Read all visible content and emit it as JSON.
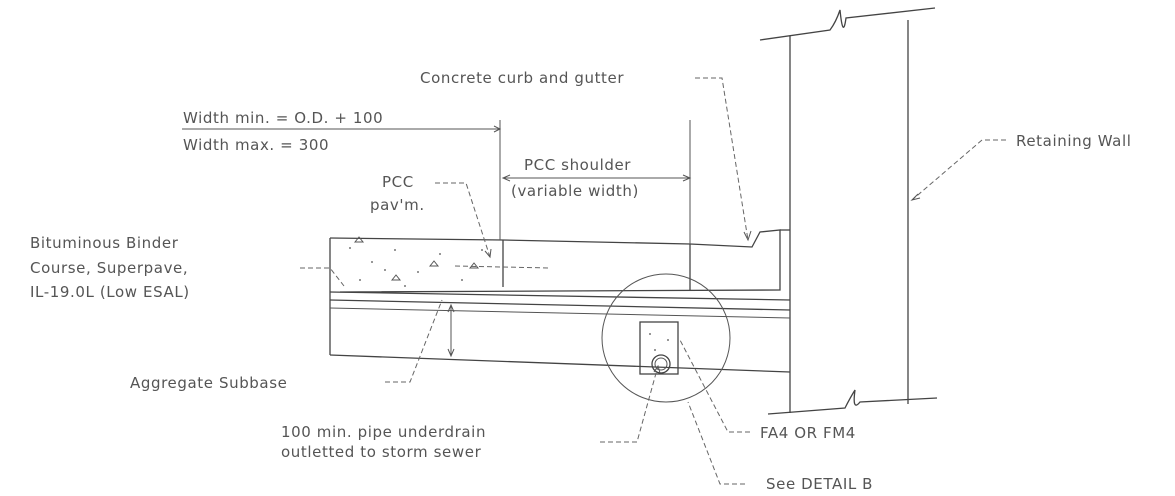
{
  "labels": {
    "curb": "Concrete curb and gutter",
    "retaining_wall": "Retaining Wall",
    "width_min": "Width min. = O.D. + 100",
    "width_max": "Width max. = 300",
    "shoulder_1": "PCC shoulder",
    "shoulder_2": "(variable width)",
    "pavm_1": "PCC",
    "pavm_2": "pav'm.",
    "binder_1": "Bituminous Binder",
    "binder_2": "Course, Superpave,",
    "binder_3": "IL-19.0L (Low ESAL)",
    "subbase": "Aggregate Subbase",
    "pipe_1": "100 min. pipe underdrain",
    "pipe_2": "outletted to storm sewer",
    "fa4": "FA4 OR FM4",
    "detail": "See DETAIL B"
  },
  "colors": {
    "line": "#444444",
    "text": "#555555"
  }
}
